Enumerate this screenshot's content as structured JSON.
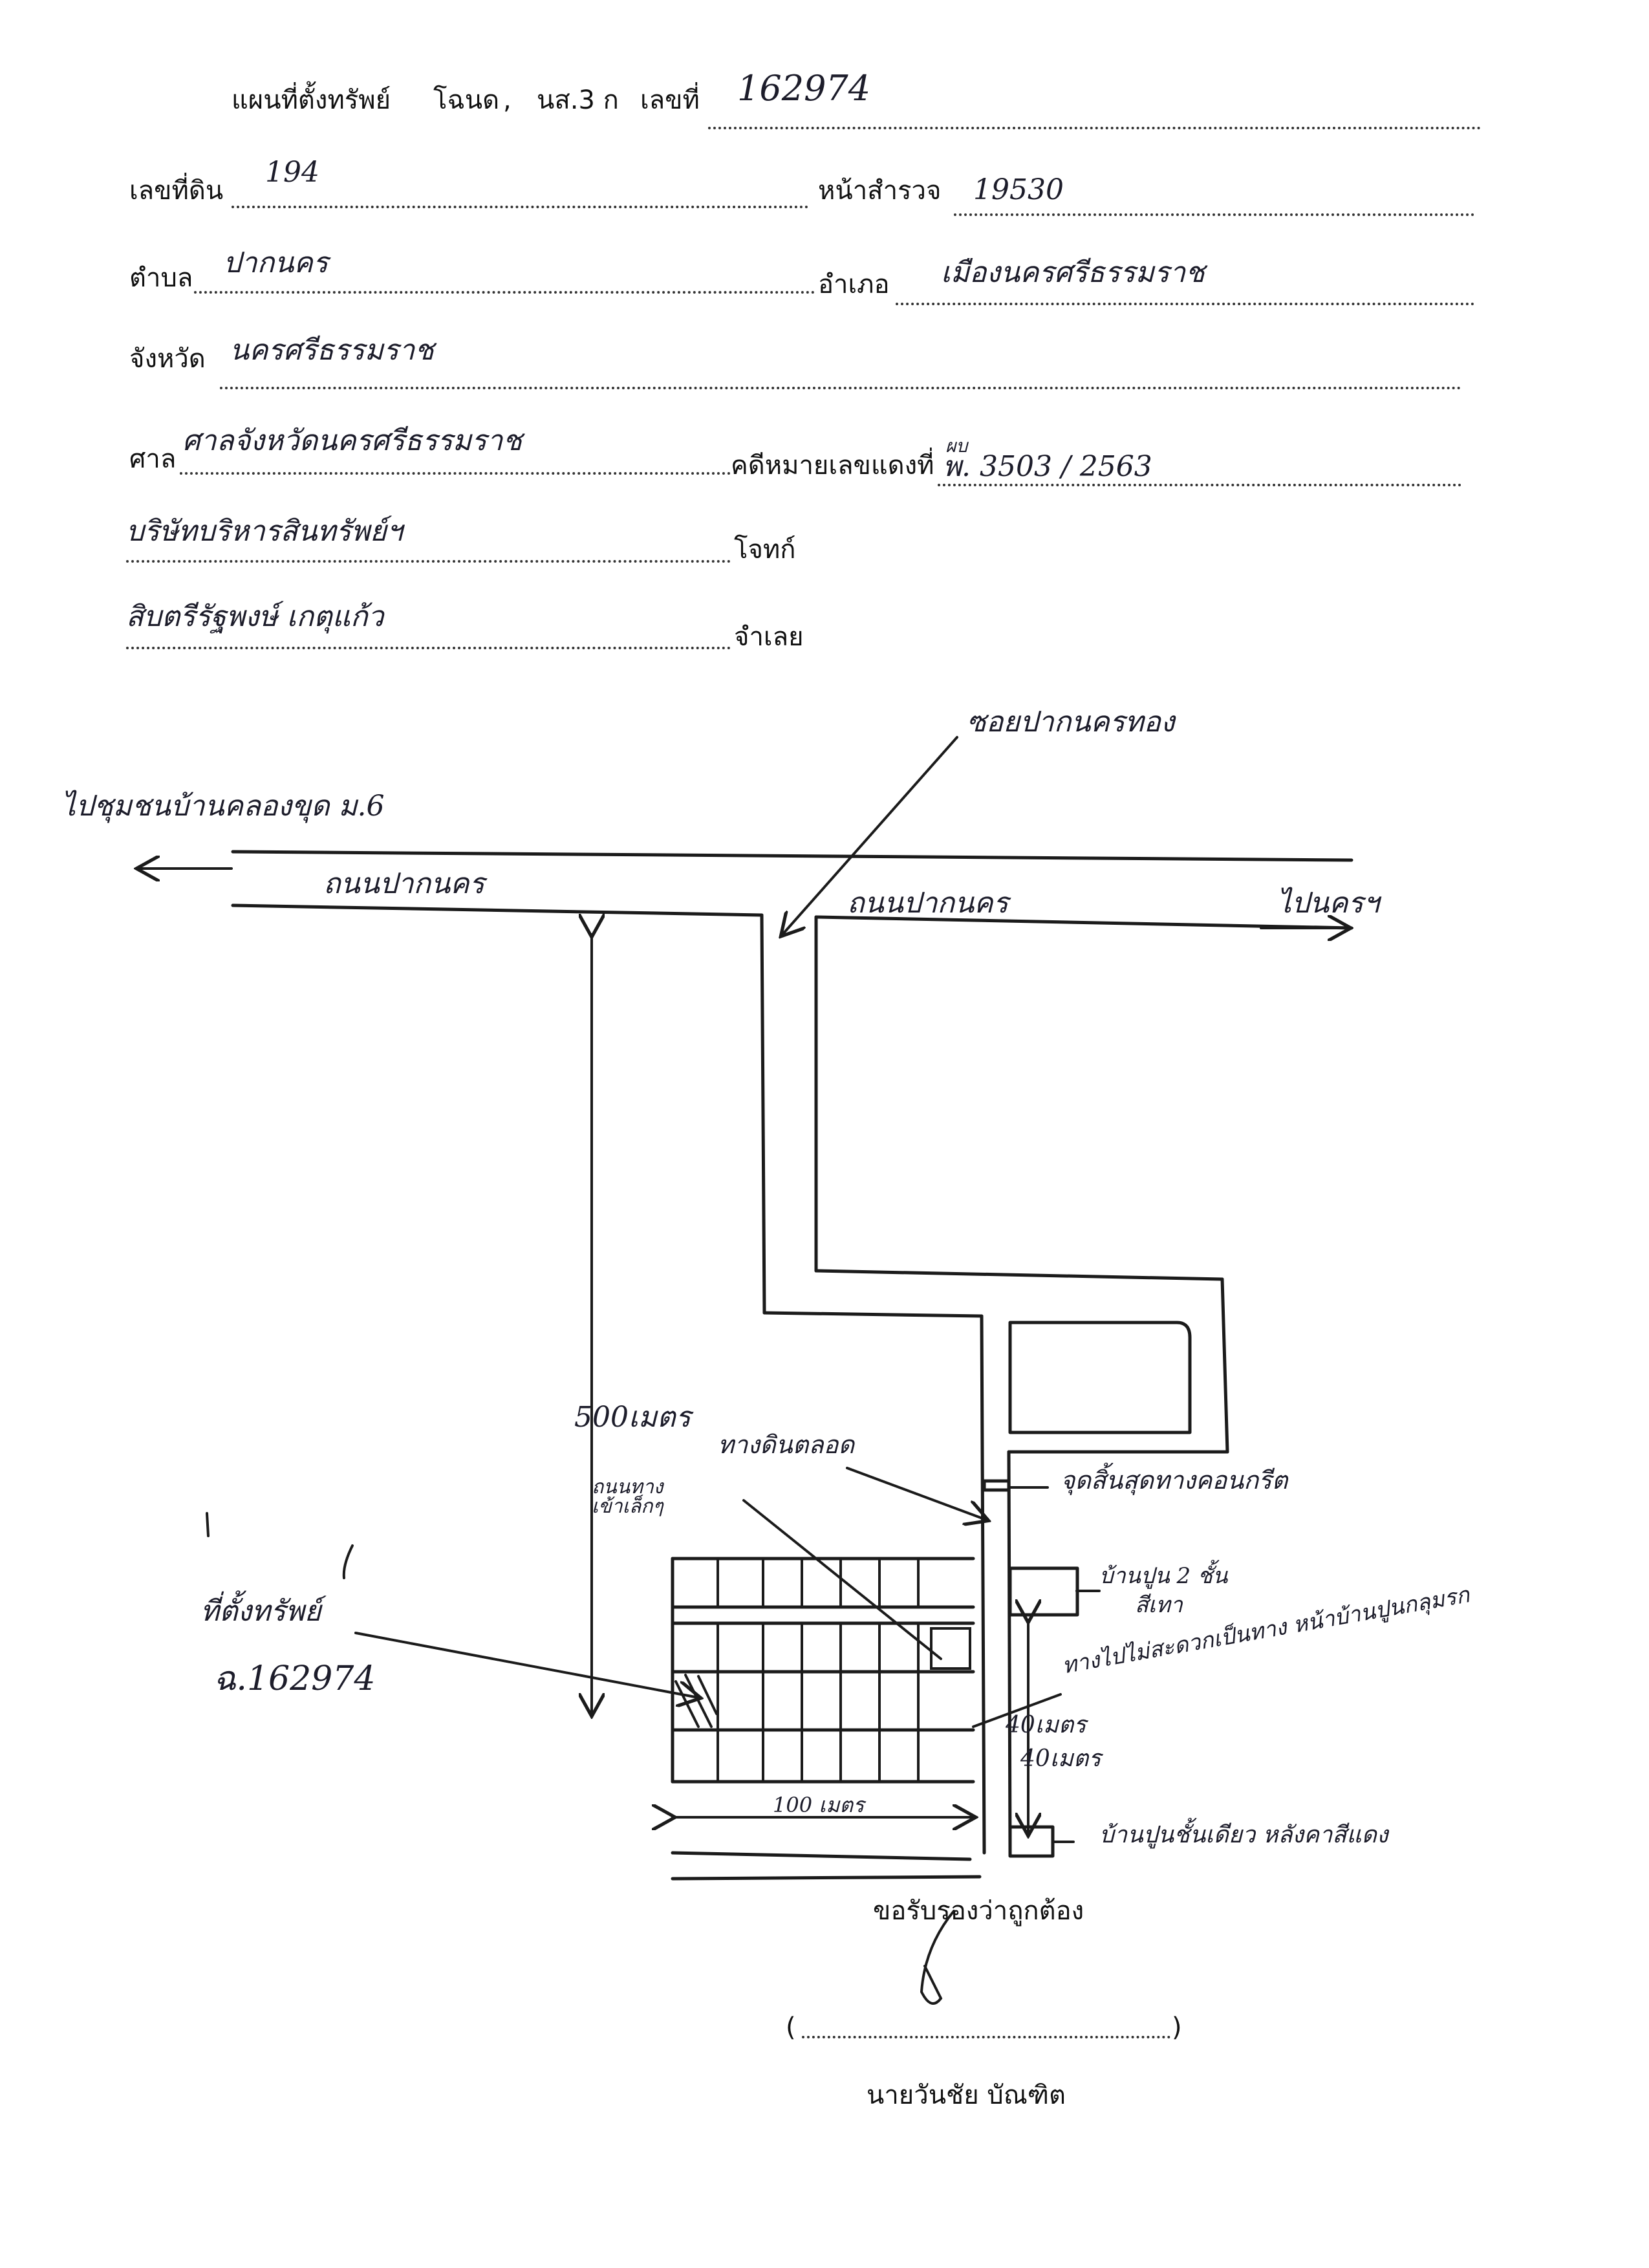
{
  "form": {
    "title_prefix": "แผนที่ตั้งทรัพย์",
    "title_circled": "โฉนด",
    "title_sep": ",",
    "title_ns3k": "นส.3 ก",
    "title_number_label": "เลขที่",
    "title_number_value": "162974",
    "land_no_label": "เลขที่ดิน",
    "land_no_value": "194",
    "survey_page_label": "หน้าสำรวจ",
    "survey_page_value": "19530",
    "tambon_label": "ตำบล",
    "tambon_value": "ปากนคร",
    "amphoe_label": "อำเภอ",
    "amphoe_value": "เมืองนครศรีธรรมราช",
    "province_label": "จังหวัด",
    "province_value": "นครศรีธรรมราช",
    "court_label": "ศาล",
    "court_value": "ศาลจังหวัดนครศรีธรรมราช",
    "case_label": "คดีหมายเลขแดงที่",
    "case_prefix_small": "ผบ",
    "case_value": "พ. 3503 / 2563",
    "plaintiff_value": "บริษัทบริหารสินทรัพย์ฯ",
    "plaintiff_label": "โจทก์",
    "defendant_value": "สิบตรีรัฐพงษ์ เกตุแก้ว",
    "defendant_label": "จำเลย"
  },
  "map": {
    "soi_label": "ซอยปากนครทอง",
    "to_village_label": "ไปชุมชนบ้านคลองขุด ม.6",
    "road_left_label": "ถนนปากนคร",
    "road_right_label": "ถนนปากนคร",
    "to_city_label": "ไปนครฯ",
    "distance_vertical": "500เมตร",
    "dirt_road_label": "ทางดินตลอด",
    "small_road_label": "ถนนทางเข้าเล็กๆ",
    "concrete_end_label": "จุดสิ้นสุดทางคอนกรีต",
    "house_gray_label_line1": "บ้านปูน 2 ชั้น",
    "house_gray_label_line2": "สีเทา",
    "no_access_label": "ทางไปไม่สะดวกเป็นทาง หน้าบ้านปูนกลุมรก",
    "property_label": "ที่ตั้งทรัพย์",
    "property_deed": "ฉ.162974",
    "distance_40_a": "40เมตร",
    "distance_40_b": "40เมตร",
    "distance_100": "100 เมตร",
    "house_red_roof_label": "บ้านปูนชั้นเดียว หลังคาสีแดง"
  },
  "certification": {
    "certify_text": "ขอรับรองว่าถูกต้อง",
    "signature_paren_open": "(",
    "signature_paren_close": ")",
    "signer_name": "นายวันชัย บัณฑิต"
  }
}
